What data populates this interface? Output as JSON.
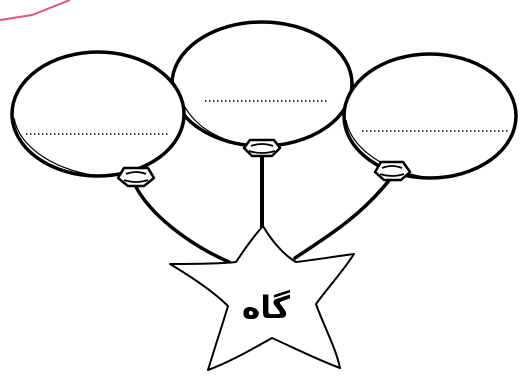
{
  "worksheet": {
    "star_word": "گاه",
    "balloons": [
      {
        "position": "left",
        "answer": ""
      },
      {
        "position": "middle",
        "answer": ""
      },
      {
        "position": "right",
        "answer": ""
      }
    ]
  },
  "colors": {
    "frame_accent": "#e0557a",
    "ink": "#000000",
    "paper": "#ffffff"
  }
}
